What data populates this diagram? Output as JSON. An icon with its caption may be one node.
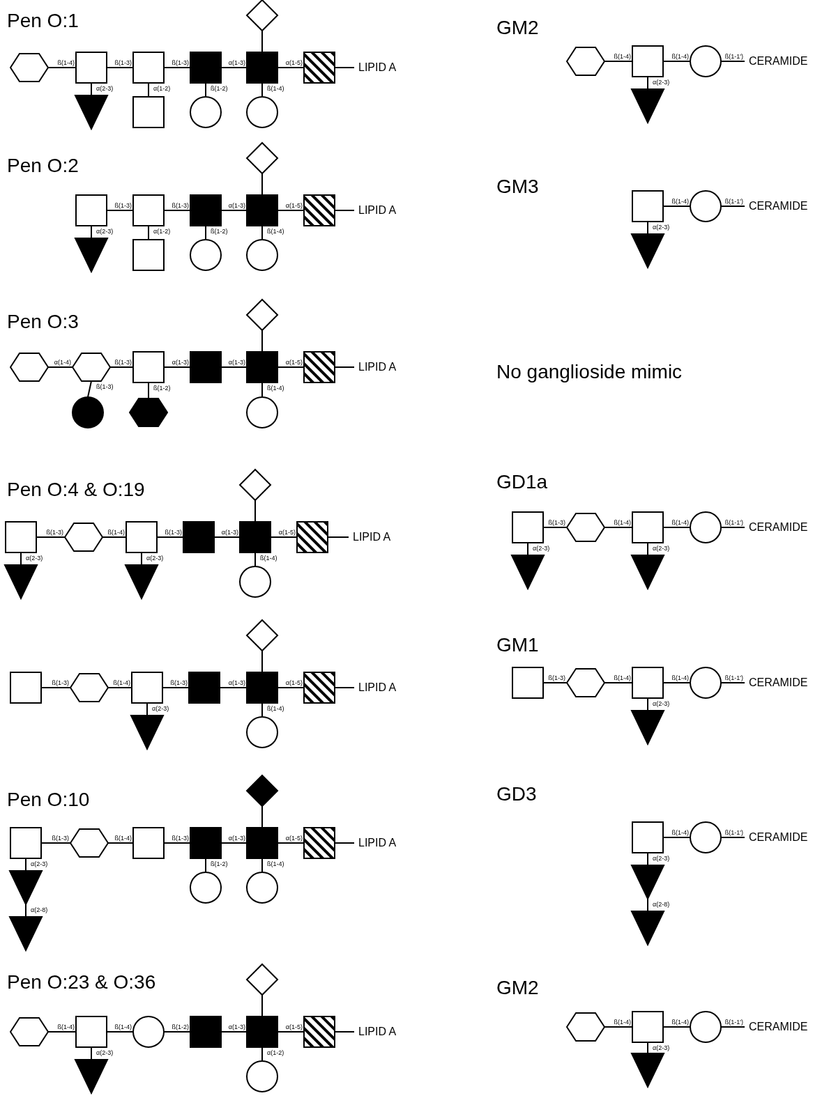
{
  "diagram": {
    "nodes": [
      {
        "text": [],
        "shape": "hexagon"
      },
      {
        "text": [],
        "shape": "square"
      },
      {
        "text": [],
        "shape": "square"
      },
      {
        "text": [],
        "shape": "filled-square"
      },
      {
        "text": [],
        "shape": "filled-square"
      },
      {
        "text": [],
        "shape": "hatched-square"
      },
      {
        "text": [
          "LIPID A"
        ]
      },
      {
        "text": [],
        "shape": "diamond"
      },
      {
        "text": [],
        "shape": "filled-triangle"
      },
      {
        "text": [],
        "shape": "square"
      },
      {
        "text": [],
        "shape": "circle"
      },
      {
        "text": [],
        "shape": "circle"
      },
      {
        "text": [],
        "shape": "hexagon"
      },
      {
        "text": [],
        "shape": "square"
      },
      {
        "text": [],
        "shape": "circle"
      },
      {
        "text": [
          "CERAMIDE"
        ]
      },
      {
        "text": [],
        "shape": "filled-triangle"
      },
      {
        "text": [],
        "shape": "square"
      },
      {
        "text": [],
        "shape": "square"
      },
      {
        "text": [],
        "shape": "filled-square"
      },
      {
        "text": [],
        "shape": "filled-square"
      },
      {
        "text": [],
        "shape": "hatched-square"
      },
      {
        "text": [
          "LIPID A"
        ]
      },
      {
        "text": [],
        "shape": "diamond"
      },
      {
        "text": [],
        "shape": "filled-triangle"
      },
      {
        "text": [],
        "shape": "square"
      },
      {
        "text": [],
        "shape": "circle"
      },
      {
        "text": [],
        "shape": "circle"
      },
      {
        "text": [],
        "shape": "square"
      },
      {
        "text": [],
        "shape": "circle"
      },
      {
        "text": [
          "CERAMIDE"
        ]
      },
      {
        "text": [],
        "shape": "filled-triangle"
      },
      {
        "text": [],
        "shape": "hexagon"
      },
      {
        "text": [],
        "shape": "hexagon"
      },
      {
        "text": [],
        "shape": "square"
      },
      {
        "text": [],
        "shape": "filled-square"
      },
      {
        "text": [],
        "shape": "filled-square"
      },
      {
        "text": [],
        "shape": "hatched-square"
      },
      {
        "text": [
          "LIPID A"
        ]
      },
      {
        "text": [],
        "shape": "diamond"
      },
      {
        "text": [],
        "shape": "filled-circle"
      },
      {
        "text": [],
        "shape": "filled-hexagon"
      },
      {
        "text": [],
        "shape": "circle"
      },
      {
        "text": [],
        "shape": "square"
      },
      {
        "text": [],
        "shape": "hexagon"
      },
      {
        "text": [],
        "shape": "square"
      },
      {
        "text": [],
        "shape": "filled-square"
      },
      {
        "text": [],
        "shape": "filled-square"
      },
      {
        "text": [],
        "shape": "hatched-square"
      },
      {
        "text": [
          "LIPID A"
        ]
      },
      {
        "text": [],
        "shape": "diamond"
      },
      {
        "text": [],
        "shape": "filled-triangle"
      },
      {
        "text": [],
        "shape": "filled-triangle"
      },
      {
        "text": [],
        "shape": "circle"
      },
      {
        "text": [],
        "shape": "square"
      },
      {
        "text": [],
        "shape": "hexagon"
      },
      {
        "text": [],
        "shape": "square"
      },
      {
        "text": [],
        "shape": "circle"
      },
      {
        "text": [
          "CERAMIDE"
        ]
      },
      {
        "text": [],
        "shape": "filled-triangle"
      },
      {
        "text": [],
        "shape": "filled-triangle"
      },
      {
        "text": [],
        "shape": "square"
      },
      {
        "text": [],
        "shape": "hexagon"
      },
      {
        "text": [],
        "shape": "square"
      },
      {
        "text": [],
        "shape": "filled-square"
      },
      {
        "text": [],
        "shape": "filled-square"
      },
      {
        "text": [],
        "shape": "hatched-square"
      },
      {
        "text": [
          "LIPID A"
        ]
      },
      {
        "text": [],
        "shape": "diamond"
      },
      {
        "text": [],
        "shape": "filled-triangle"
      },
      {
        "text": [],
        "shape": "circle"
      },
      {
        "text": [],
        "shape": "square"
      },
      {
        "text": [],
        "shape": "hexagon"
      },
      {
        "text": [],
        "shape": "square"
      },
      {
        "text": [],
        "shape": "circle"
      },
      {
        "text": [
          "CERAMIDE"
        ]
      },
      {
        "text": [],
        "shape": "filled-triangle"
      },
      {
        "text": [],
        "shape": "square"
      },
      {
        "text": [],
        "shape": "hexagon"
      },
      {
        "text": [],
        "shape": "square"
      },
      {
        "text": [],
        "shape": "filled-square"
      },
      {
        "text": [],
        "shape": "filled-square"
      },
      {
        "text": [],
        "shape": "hatched-square"
      },
      {
        "text": [
          "LIPID A"
        ]
      },
      {
        "text": [],
        "shape": "filled-diamond"
      },
      {
        "text": [],
        "shape": "filled-triangle"
      },
      {
        "text": [],
        "shape": "filled-triangle"
      },
      {
        "text": [],
        "shape": "circle"
      },
      {
        "text": [],
        "shape": "circle"
      },
      {
        "text": [],
        "shape": "square"
      },
      {
        "text": [],
        "shape": "circle"
      },
      {
        "text": [
          "CERAMIDE"
        ]
      },
      {
        "text": [],
        "shape": "filled-triangle"
      },
      {
        "text": [],
        "shape": "filled-triangle"
      },
      {
        "text": [],
        "shape": "hexagon"
      },
      {
        "text": [],
        "shape": "square"
      },
      {
        "text": [],
        "shape": "circle"
      },
      {
        "text": [],
        "shape": "filled-square"
      },
      {
        "text": [],
        "shape": "filled-square"
      },
      {
        "text": [],
        "shape": "hatched-square"
      },
      {
        "text": [
          "LIPID A"
        ]
      },
      {
        "text": [],
        "shape": "diamond"
      },
      {
        "text": [],
        "shape": "filled-triangle"
      },
      {
        "text": [],
        "shape": "circle"
      },
      {
        "text": [],
        "shape": "hexagon"
      },
      {
        "text": [],
        "shape": "square"
      },
      {
        "text": [],
        "shape": "circle"
      },
      {
        "text": [
          "CERAMIDE"
        ]
      },
      {
        "text": [],
        "shape": "filled-triangle"
      }
    ],
    "edges": [
      {
        "from": 0,
        "to": 1,
        "arrow": "none",
        "label": "ß(1-4)"
      },
      {
        "from": 1,
        "to": 2,
        "arrow": "none",
        "label": "ß(1-3)"
      },
      {
        "from": 2,
        "to": 3,
        "arrow": "none",
        "label": "ß(1-3)"
      },
      {
        "from": 3,
        "to": 4,
        "arrow": "none",
        "label": "α(1-3)"
      },
      {
        "from": 4,
        "to": 5,
        "arrow": "none",
        "label": "α(1-5)"
      },
      {
        "from": 5,
        "to": 6,
        "arrow": "none"
      },
      {
        "from": 7,
        "to": 4,
        "arrow": "none"
      },
      {
        "from": 1,
        "to": 8,
        "arrow": "none",
        "label": "α(2-3)"
      },
      {
        "from": 2,
        "to": 9,
        "arrow": "none",
        "label": "α(1-2)"
      },
      {
        "from": 3,
        "to": 10,
        "arrow": "none",
        "label": "ß(1-2)"
      },
      {
        "from": 4,
        "to": 11,
        "arrow": "none",
        "label": "ß(1-4)"
      },
      {
        "from": 12,
        "to": 13,
        "arrow": "none",
        "label": "ß(1-4)"
      },
      {
        "from": 13,
        "to": 14,
        "arrow": "none",
        "label": "ß(1-4)"
      },
      {
        "from": 14,
        "to": 15,
        "arrow": "none",
        "label": "ß(1-1')"
      },
      {
        "from": 13,
        "to": 16,
        "arrow": "none",
        "label": "α(2-3)"
      },
      {
        "from": 17,
        "to": 18,
        "arrow": "none",
        "label": "ß(1-3)"
      },
      {
        "from": 18,
        "to": 19,
        "arrow": "none",
        "label": "ß(1-3)"
      },
      {
        "from": 19,
        "to": 20,
        "arrow": "none",
        "label": "α(1-3)"
      },
      {
        "from": 20,
        "to": 21,
        "arrow": "none",
        "label": "α(1-5)"
      },
      {
        "from": 21,
        "to": 22,
        "arrow": "none"
      },
      {
        "from": 23,
        "to": 20,
        "arrow": "none"
      },
      {
        "from": 17,
        "to": 24,
        "arrow": "none",
        "label": "α(2-3)"
      },
      {
        "from": 18,
        "to": 25,
        "arrow": "none",
        "label": "α(1-2)"
      },
      {
        "from": 19,
        "to": 26,
        "arrow": "none",
        "label": "ß(1-2)"
      },
      {
        "from": 20,
        "to": 27,
        "arrow": "none",
        "label": "ß(1-4)"
      },
      {
        "from": 28,
        "to": 29,
        "arrow": "none",
        "label": "ß(1-4)"
      },
      {
        "from": 29,
        "to": 30,
        "arrow": "none",
        "label": "ß(1-1')"
      },
      {
        "from": 28,
        "to": 31,
        "arrow": "none",
        "label": "α(2-3)"
      },
      {
        "from": 32,
        "to": 33,
        "arrow": "none",
        "label": "α(1-4)"
      },
      {
        "from": 33,
        "to": 34,
        "arrow": "none",
        "label": "ß(1-3)"
      },
      {
        "from": 34,
        "to": 35,
        "arrow": "none",
        "label": "α(1-3)"
      },
      {
        "from": 35,
        "to": 36,
        "arrow": "none",
        "label": "α(1-3)"
      },
      {
        "from": 36,
        "to": 37,
        "arrow": "none",
        "label": "α(1-5)"
      },
      {
        "from": 37,
        "to": 38,
        "arrow": "none"
      },
      {
        "from": 39,
        "to": 36,
        "arrow": "none"
      },
      {
        "from": 33,
        "to": 40,
        "arrow": "none",
        "label": "ß(1-3)"
      },
      {
        "from": 34,
        "to": 41,
        "arrow": "none",
        "label": "ß(1-2)"
      },
      {
        "from": 36,
        "to": 42,
        "arrow": "none",
        "label": "ß(1-4)"
      },
      {
        "from": 43,
        "to": 44,
        "arrow": "none",
        "label": "ß(1-3)"
      },
      {
        "from": 44,
        "to": 45,
        "arrow": "none",
        "label": "ß(1-4)"
      },
      {
        "from": 45,
        "to": 46,
        "arrow": "none",
        "label": "ß(1-3)"
      },
      {
        "from": 46,
        "to": 47,
        "arrow": "none",
        "label": "α(1-3)"
      },
      {
        "from": 47,
        "to": 48,
        "arrow": "none",
        "label": "α(1-5)"
      },
      {
        "from": 48,
        "to": 49,
        "arrow": "none"
      },
      {
        "from": 50,
        "to": 47,
        "arrow": "none"
      },
      {
        "from": 43,
        "to": 51,
        "arrow": "none",
        "label": "α(2-3)"
      },
      {
        "from": 45,
        "to": 52,
        "arrow": "none",
        "label": "α(2-3)"
      },
      {
        "from": 47,
        "to": 53,
        "arrow": "none",
        "label": "ß(1-4)"
      },
      {
        "from": 54,
        "to": 55,
        "arrow": "none",
        "label": "ß(1-3)"
      },
      {
        "from": 55,
        "to": 56,
        "arrow": "none",
        "label": "ß(1-4)"
      },
      {
        "from": 56,
        "to": 57,
        "arrow": "none",
        "label": "ß(1-4)"
      },
      {
        "from": 57,
        "to": 58,
        "arrow": "none",
        "label": "ß(1-1')"
      },
      {
        "from": 54,
        "to": 59,
        "arrow": "none",
        "label": "α(2-3)"
      },
      {
        "from": 56,
        "to": 60,
        "arrow": "none",
        "label": "α(2-3)"
      },
      {
        "from": 61,
        "to": 62,
        "arrow": "none",
        "label": "ß(1-3)"
      },
      {
        "from": 62,
        "to": 63,
        "arrow": "none",
        "label": "ß(1-4)"
      },
      {
        "from": 63,
        "to": 64,
        "arrow": "none",
        "label": "ß(1-3)"
      },
      {
        "from": 64,
        "to": 65,
        "arrow": "none",
        "label": "α(1-3)"
      },
      {
        "from": 65,
        "to": 66,
        "arrow": "none",
        "label": "α(1-5)"
      },
      {
        "from": 66,
        "to": 67,
        "arrow": "none"
      },
      {
        "from": 68,
        "to": 65,
        "arrow": "none"
      },
      {
        "from": 63,
        "to": 69,
        "arrow": "none",
        "label": "α(2-3)"
      },
      {
        "from": 65,
        "to": 70,
        "arrow": "none",
        "label": "ß(1-4)"
      },
      {
        "from": 71,
        "to": 72,
        "arrow": "none",
        "label": "ß(1-3)"
      },
      {
        "from": 72,
        "to": 73,
        "arrow": "none",
        "label": "ß(1-4)"
      },
      {
        "from": 73,
        "to": 74,
        "arrow": "none",
        "label": "ß(1-4)"
      },
      {
        "from": 74,
        "to": 75,
        "arrow": "none",
        "label": "ß(1-1')"
      },
      {
        "from": 73,
        "to": 76,
        "arrow": "none",
        "label": "α(2-3)"
      },
      {
        "from": 77,
        "to": 78,
        "arrow": "none",
        "label": "ß(1-3)"
      },
      {
        "from": 78,
        "to": 79,
        "arrow": "none",
        "label": "ß(1-4)"
      },
      {
        "from": 79,
        "to": 80,
        "arrow": "none",
        "label": "ß(1-3)"
      },
      {
        "from": 80,
        "to": 81,
        "arrow": "none",
        "label": "α(1-3)"
      },
      {
        "from": 81,
        "to": 82,
        "arrow": "none",
        "label": "α(1-5)"
      },
      {
        "from": 82,
        "to": 83,
        "arrow": "none"
      },
      {
        "from": 84,
        "to": 81,
        "arrow": "none"
      },
      {
        "from": 77,
        "to": 85,
        "arrow": "none",
        "label": "α(2-3)"
      },
      {
        "from": 85,
        "to": 86,
        "arrow": "none",
        "label": "α(2-8)"
      },
      {
        "from": 80,
        "to": 87,
        "arrow": "none",
        "label": "ß(1-2)"
      },
      {
        "from": 81,
        "to": 88,
        "arrow": "none",
        "label": "ß(1-4)"
      },
      {
        "from": 89,
        "to": 90,
        "arrow": "none",
        "label": "ß(1-4)"
      },
      {
        "from": 90,
        "to": 91,
        "arrow": "none",
        "label": "ß(1-1')"
      },
      {
        "from": 89,
        "to": 92,
        "arrow": "none",
        "label": "α(2-3)"
      },
      {
        "from": 92,
        "to": 93,
        "arrow": "none",
        "label": "α(2-8)"
      },
      {
        "from": 94,
        "to": 95,
        "arrow": "none",
        "label": "ß(1-4)"
      },
      {
        "from": 95,
        "to": 96,
        "arrow": "none",
        "label": "ß(1-4)"
      },
      {
        "from": 96,
        "to": 97,
        "arrow": "none",
        "label": "ß(1-2)"
      },
      {
        "from": 97,
        "to": 98,
        "arrow": "none",
        "label": "α(1-3)"
      },
      {
        "from": 98,
        "to": 99,
        "arrow": "none",
        "label": "α(1-5)"
      },
      {
        "from": 99,
        "to": 100,
        "arrow": "none"
      },
      {
        "from": 101,
        "to": 98,
        "arrow": "none"
      },
      {
        "from": 95,
        "to": 102,
        "arrow": "none",
        "label": "α(2-3)"
      },
      {
        "from": 98,
        "to": 103,
        "arrow": "none",
        "label": "α(1-2)"
      },
      {
        "from": 104,
        "to": 105,
        "arrow": "none",
        "label": "ß(1-4)"
      },
      {
        "from": 105,
        "to": 106,
        "arrow": "none",
        "label": "ß(1-4)"
      },
      {
        "from": 106,
        "to": 107,
        "arrow": "none",
        "label": "ß(1-1')"
      },
      {
        "from": 105,
        "to": 108,
        "arrow": "none",
        "label": "α(2-3)"
      }
    ],
    "labels": [
      "Pen O:1",
      "GM2",
      "Pen O:2",
      "GM3",
      "Pen O:3",
      "No ganglioside mimic",
      "Pen O:4 & O:19",
      "GD1a",
      "GM1",
      "Pen O:10",
      "GD3",
      "Pen O:23 & O:36",
      "GM2"
    ]
  }
}
